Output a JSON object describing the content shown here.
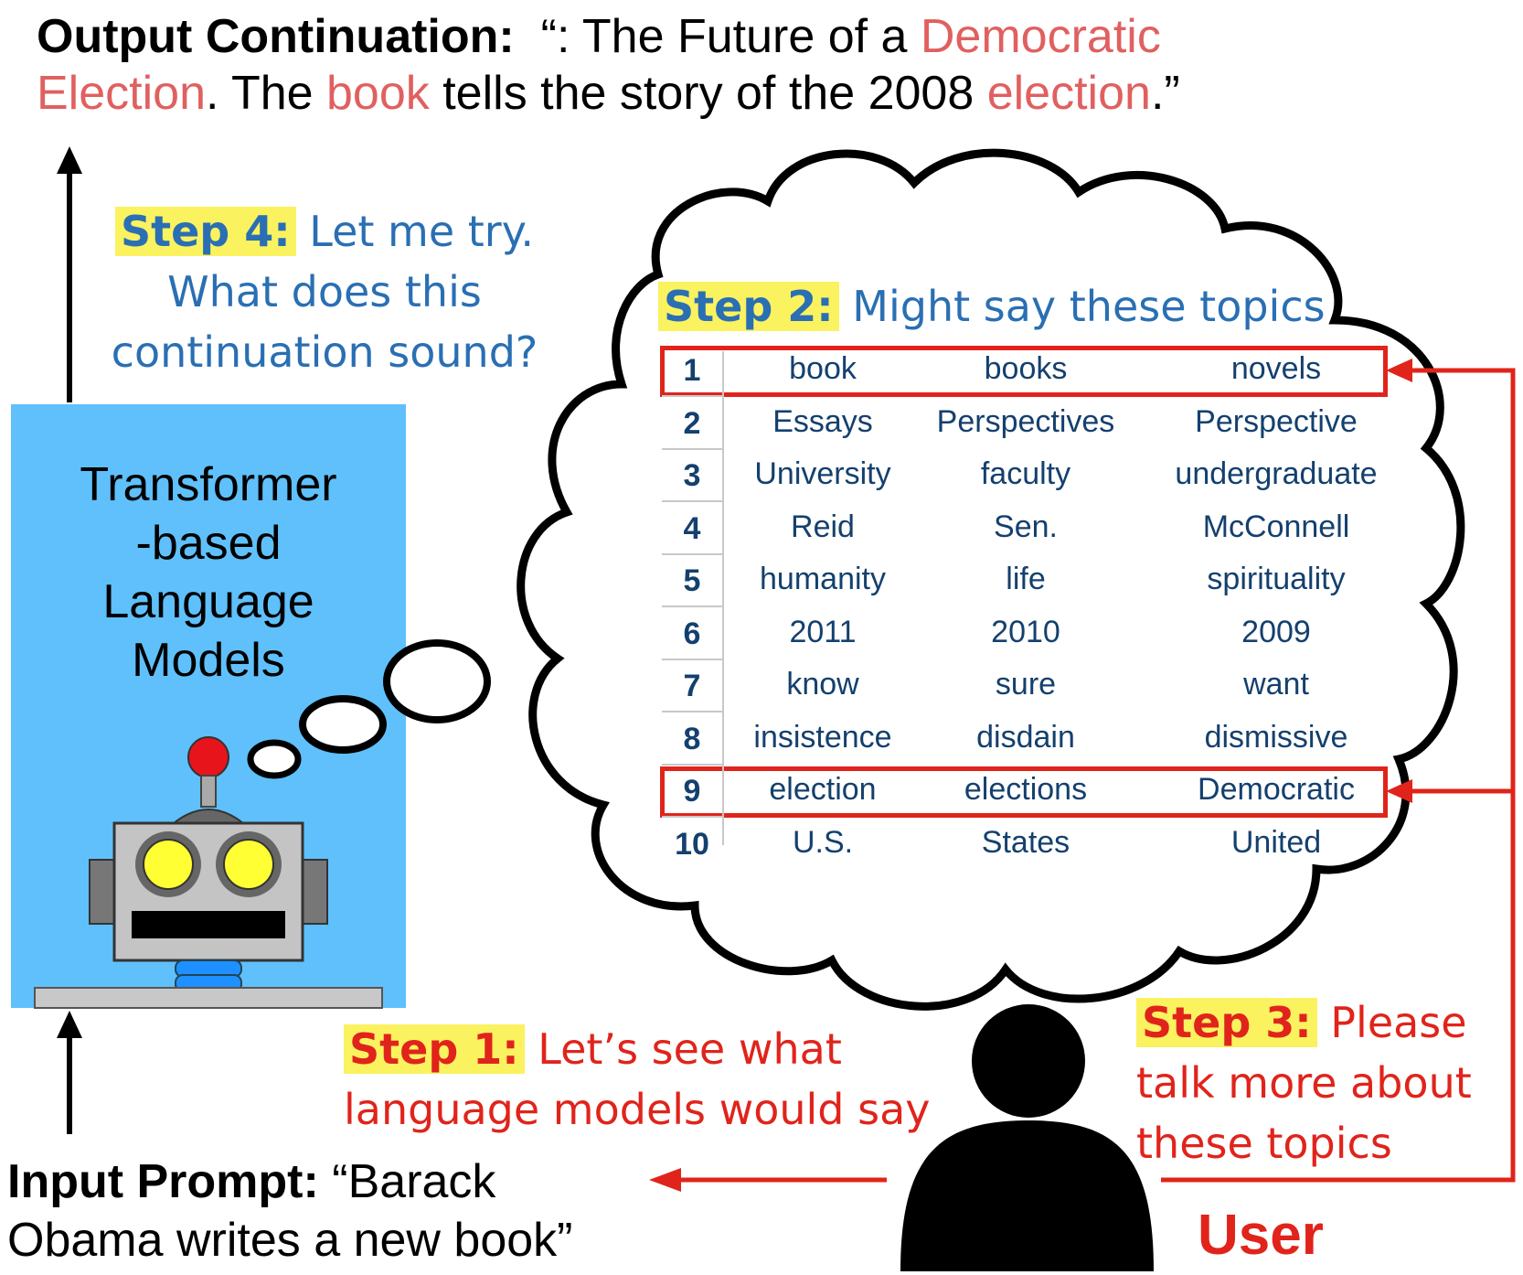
{
  "output": {
    "label": "Output Continuation:",
    "open_quote": "“",
    "seg1": ": The Future of a ",
    "kw1": "Democratic",
    "kw2": "Election",
    "seg2": ". The ",
    "kw3": "book",
    "seg3": " tells the story of the 2008 ",
    "kw4": "election",
    "seg4": ".”"
  },
  "input": {
    "label": "Input Prompt:",
    "line1_text": " “Barack",
    "line2_text": "Obama writes a new book”"
  },
  "model": {
    "line1": "Transformer",
    "line2": "-based",
    "line3": "Language",
    "line4": "Models"
  },
  "step4": {
    "tag": "Step 4:",
    "line1": " Let me try.",
    "line2": "What does this",
    "line3": "continuation sound?"
  },
  "step2": {
    "tag": "Step 2:",
    "text": " Might say these topics"
  },
  "step1": {
    "tag": "Step 1:",
    "line1": " Let’s see what",
    "line2": "language models would say"
  },
  "step3": {
    "tag": "Step 3:",
    "line1": " Please",
    "line2": "talk more about",
    "line3": "these topics"
  },
  "user": {
    "label": "User"
  },
  "topics": [
    {
      "n": "1",
      "a": "book",
      "b": "books",
      "c": "novels"
    },
    {
      "n": "2",
      "a": "Essays",
      "b": "Perspectives",
      "c": "Perspective"
    },
    {
      "n": "3",
      "a": "University",
      "b": "faculty",
      "c": "undergraduate"
    },
    {
      "n": "4",
      "a": "Reid",
      "b": "Sen.",
      "c": "McConnell"
    },
    {
      "n": "5",
      "a": "humanity",
      "b": "life",
      "c": "spirituality"
    },
    {
      "n": "6",
      "a": "2011",
      "b": "2010",
      "c": "2009"
    },
    {
      "n": "7",
      "a": "know",
      "b": "sure",
      "c": "want"
    },
    {
      "n": "8",
      "a": "insistence",
      "b": "disdain",
      "c": "dismissive"
    },
    {
      "n": "9",
      "a": "election",
      "b": "elections",
      "c": "Democratic"
    },
    {
      "n": "10",
      "a": "U.S.",
      "b": "States",
      "c": "United"
    }
  ],
  "highlighted_rows": [
    1,
    9
  ],
  "colors": {
    "highlight": "#fbf260",
    "step_blue": "#2a6fb3",
    "step_red": "#e0241b",
    "keyword_pink": "#e06060",
    "model_box": "#5fc0fb",
    "table_text": "#14406e"
  }
}
